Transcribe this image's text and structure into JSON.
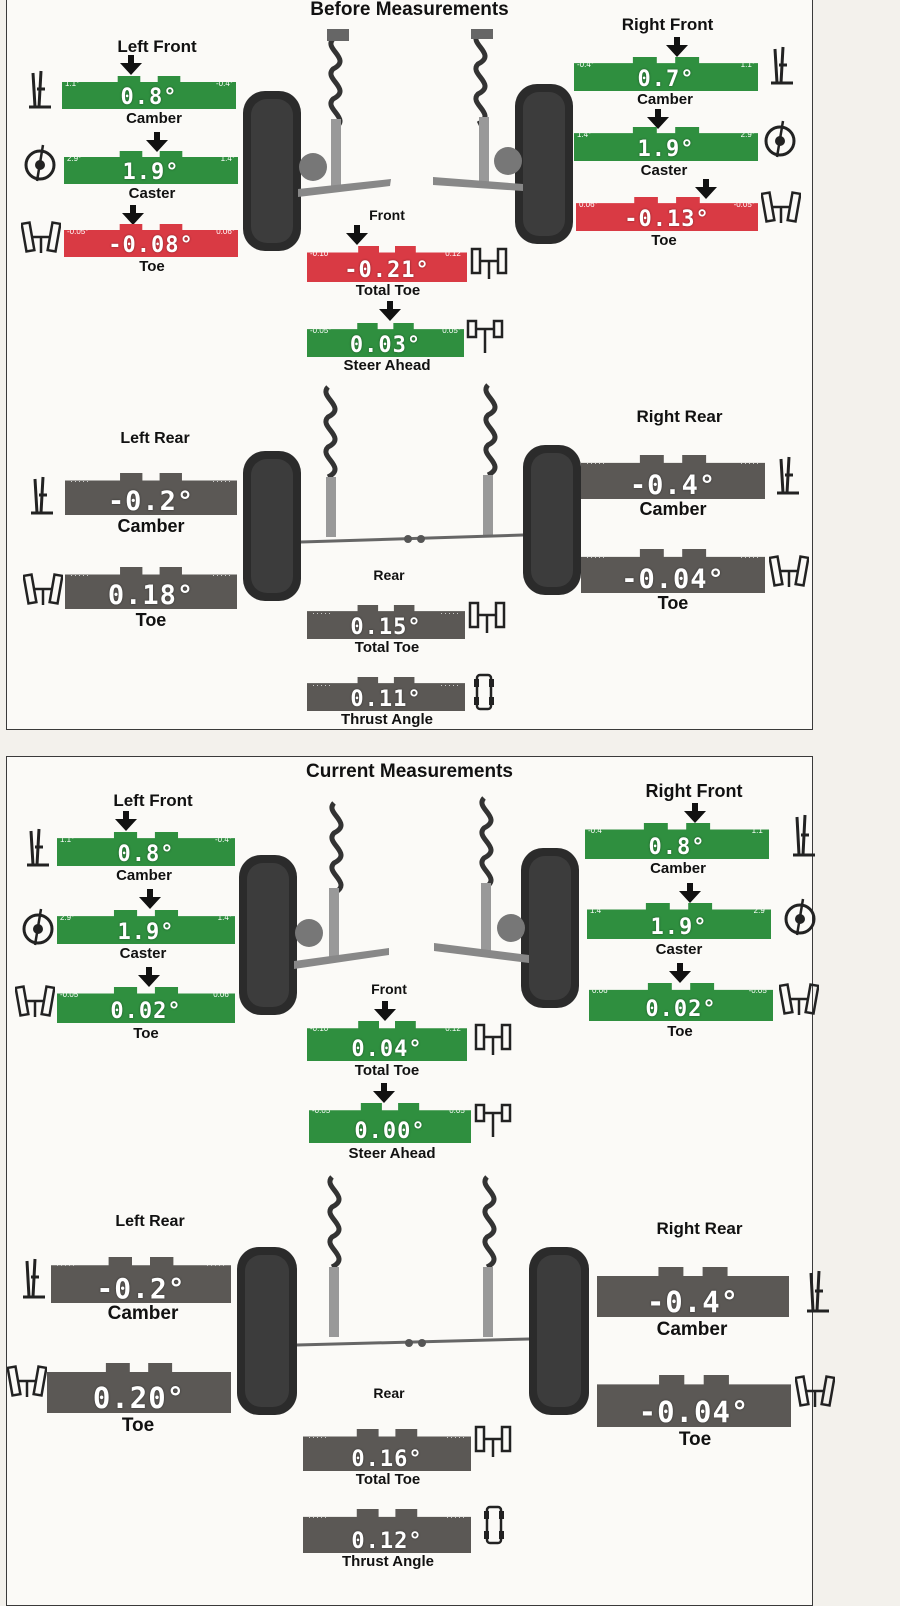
{
  "colors": {
    "green": "#2f8f3f",
    "red": "#d93a44",
    "gray": "#5b5855"
  },
  "before": {
    "title": "Before Measurements",
    "left_front": {
      "name": "Left Front",
      "camber": {
        "value": "0.8°",
        "label": "Camber",
        "min": "1.1°",
        "max": "-0.4°",
        "status": "green"
      },
      "caster": {
        "value": "1.9°",
        "label": "Caster",
        "min": "2.9°",
        "max": "1.4°",
        "status": "green"
      },
      "toe": {
        "value": "-0.08°",
        "label": "Toe",
        "min": "-0.05°",
        "max": "0.06°",
        "status": "red"
      }
    },
    "right_front": {
      "name": "Right Front",
      "camber": {
        "value": "0.7°",
        "label": "Camber",
        "min": "-0.4°",
        "max": "1.1°",
        "status": "green"
      },
      "caster": {
        "value": "1.9°",
        "label": "Caster",
        "min": "1.4°",
        "max": "2.9°",
        "status": "green"
      },
      "toe": {
        "value": "-0.13°",
        "label": "Toe",
        "min": "0.06°",
        "max": "-0.05°",
        "status": "red"
      }
    },
    "front": {
      "label": "Front",
      "total_toe": {
        "value": "-0.21°",
        "label": "Total Toe",
        "min": "-0.10°",
        "max": "0.12°",
        "status": "red"
      },
      "steer_ahead": {
        "value": "0.03°",
        "label": "Steer Ahead",
        "min": "-0.05°",
        "max": "0.05°",
        "status": "green"
      }
    },
    "left_rear": {
      "name": "Left Rear",
      "camber": {
        "value": "-0.2°",
        "label": "Camber",
        "status": "gray"
      },
      "toe": {
        "value": "0.18°",
        "label": "Toe",
        "status": "gray"
      }
    },
    "right_rear": {
      "name": "Right Rear",
      "camber": {
        "value": "-0.4°",
        "label": "Camber",
        "status": "gray"
      },
      "toe": {
        "value": "-0.04°",
        "label": "Toe",
        "status": "gray"
      }
    },
    "rear": {
      "label": "Rear",
      "total_toe": {
        "value": "0.15°",
        "label": "Total Toe",
        "status": "gray"
      },
      "thrust_angle": {
        "value": "0.11°",
        "label": "Thrust Angle",
        "status": "gray"
      }
    }
  },
  "current": {
    "title": "Current Measurements",
    "left_front": {
      "name": "Left Front",
      "camber": {
        "value": "0.8°",
        "label": "Camber",
        "min": "1.1°",
        "max": "-0.4°",
        "status": "green"
      },
      "caster": {
        "value": "1.9°",
        "label": "Caster",
        "min": "2.9°",
        "max": "1.4°",
        "status": "green"
      },
      "toe": {
        "value": "0.02°",
        "label": "Toe",
        "min": "-0.05°",
        "max": "0.06°",
        "status": "green"
      }
    },
    "right_front": {
      "name": "Right Front",
      "camber": {
        "value": "0.8°",
        "label": "Camber",
        "min": "-0.4°",
        "max": "1.1°",
        "status": "green"
      },
      "caster": {
        "value": "1.9°",
        "label": "Caster",
        "min": "1.4°",
        "max": "2.9°",
        "status": "green"
      },
      "toe": {
        "value": "0.02°",
        "label": "Toe",
        "min": "0.06°",
        "max": "-0.05°",
        "status": "green"
      }
    },
    "front": {
      "label": "Front",
      "total_toe": {
        "value": "0.04°",
        "label": "Total Toe",
        "min": "-0.10°",
        "max": "0.12°",
        "status": "green"
      },
      "steer_ahead": {
        "value": "0.00°",
        "label": "Steer Ahead",
        "min": "-0.05°",
        "max": "0.05°",
        "status": "green"
      }
    },
    "left_rear": {
      "name": "Left Rear",
      "camber": {
        "value": "-0.2°",
        "label": "Camber",
        "status": "gray"
      },
      "toe": {
        "value": "0.20°",
        "label": "Toe",
        "status": "gray"
      }
    },
    "right_rear": {
      "name": "Right Rear",
      "camber": {
        "value": "-0.4°",
        "label": "Camber",
        "status": "gray"
      },
      "toe": {
        "value": "-0.04°",
        "label": "Toe",
        "status": "gray"
      }
    },
    "rear": {
      "label": "Rear",
      "total_toe": {
        "value": "0.16°",
        "label": "Total Toe",
        "status": "gray"
      },
      "thrust_angle": {
        "value": "0.12°",
        "label": "Thrust Angle",
        "status": "gray"
      }
    }
  }
}
